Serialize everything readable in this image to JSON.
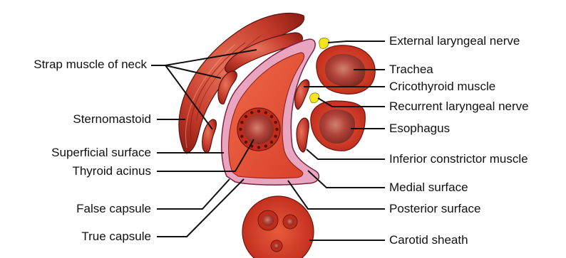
{
  "colors": {
    "muscle_fill": "#c43a2a",
    "muscle_dark": "#8e1d14",
    "muscle_light": "#e8745c",
    "capsule_pink": "#e9a5c0",
    "capsule_outline": "#7a2140",
    "thyroid_fill": "#e04a2c",
    "lumen_fill": "#b1423a",
    "nerve_yellow": "#f5e51b",
    "leader_line": "#111111"
  },
  "labels": {
    "strap_muscle": "Strap muscle of neck",
    "sternomastoid": "Sternomastoid",
    "superficial_surface": "Superficial surface",
    "thyroid_acinus": "Thyroid acinus",
    "false_capsule": "False capsule",
    "true_capsule": "True capsule",
    "external_laryngeal_nerve": "External laryngeal nerve",
    "trachea": "Trachea",
    "cricothyroid_muscle": "Cricothyroid muscle",
    "recurrent_laryngeal_nerve": "Recurrent laryngeal nerve",
    "esophagus": "Esophagus",
    "inferior_constrictor_muscle": "Inferior constrictor muscle",
    "medial_surface": "Medial surface",
    "posterior_surface": "Posterior surface",
    "carotid_sheath": "Carotid sheath"
  }
}
